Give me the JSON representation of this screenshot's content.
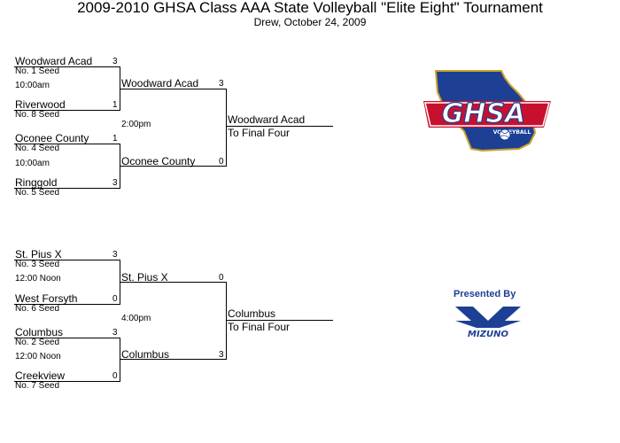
{
  "header": {
    "title": "2009-2010 GHSA Class AAA State Volleyball \"Elite Eight\" Tournament",
    "subtitle": "Drew, October 24, 2009"
  },
  "first_round": [
    {
      "team": "Woodward Acad",
      "seed": "No. 1 Seed",
      "score": "3"
    },
    {
      "team": "Riverwood",
      "seed": "No. 8 Seed",
      "score": "1"
    },
    {
      "team": "Oconee County",
      "seed": "No. 4 Seed",
      "score": "1"
    },
    {
      "team": "Ringgold",
      "seed": "No. 5 Seed",
      "score": "3"
    },
    {
      "team": "St. Pius X",
      "seed": "No. 3 Seed",
      "score": "3"
    },
    {
      "team": "West Forsyth",
      "seed": "No. 6 Seed",
      "score": "0"
    },
    {
      "team": "Columbus",
      "seed": "No. 2 Seed",
      "score": "3"
    },
    {
      "team": "Creekview",
      "seed": "No. 7 Seed",
      "score": "0"
    }
  ],
  "first_round_times": [
    "10:00am",
    "10:00am",
    "12:00 Noon",
    "12:00 Noon"
  ],
  "second_round": [
    {
      "team": "Woodward Acad",
      "score": "3"
    },
    {
      "team": "Oconee County",
      "score": "0"
    },
    {
      "team": "St. Pius X",
      "score": "0"
    },
    {
      "team": "Columbus",
      "score": "3"
    }
  ],
  "second_round_times": [
    "2:00pm",
    "4:00pm"
  ],
  "winners": [
    {
      "team": "Woodward Acad",
      "note": "To Final Four"
    },
    {
      "team": "Columbus",
      "note": "To Final Four"
    }
  ],
  "logo": {
    "text": "GHSA",
    "sub": "VOLLEYBALL",
    "colors": {
      "blue": "#1d3f94",
      "red": "#c8102e",
      "gold": "#c9a227"
    }
  },
  "sponsor": {
    "presented_by": "Presented By",
    "brand": "MIZUNO",
    "color": "#1d3f94"
  }
}
